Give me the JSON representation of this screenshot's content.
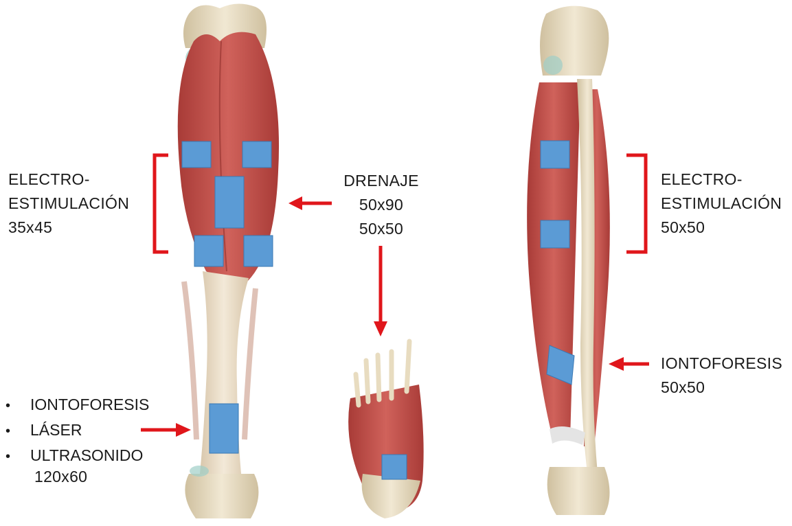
{
  "colors": {
    "pad": "#5b9bd5",
    "pad_border": "#3a78b4",
    "arrow": "#e0161b",
    "bracket": "#e0161b",
    "muscle": "#c0504d",
    "bone": "#e8dcc0",
    "tendon": "#f0e4d0"
  },
  "left_leg": {
    "electro": {
      "line1": "ELECTRO-",
      "line2": "ESTIMULACIÓN",
      "size": "35x45"
    },
    "therapies": {
      "items": [
        "IONTOFORESIS",
        "LÁSER",
        "ULTRASONIDO"
      ],
      "size": "120x60"
    }
  },
  "drainage": {
    "title": "DRENAJE",
    "size1": "50x90",
    "size2": "50x50"
  },
  "right_leg": {
    "electro": {
      "line1": "ELECTRO-",
      "line2": "ESTIMULACIÓN",
      "size": "50x50"
    },
    "iontophoresis": {
      "title": "IONTOFORESIS",
      "size": "50x50"
    }
  }
}
